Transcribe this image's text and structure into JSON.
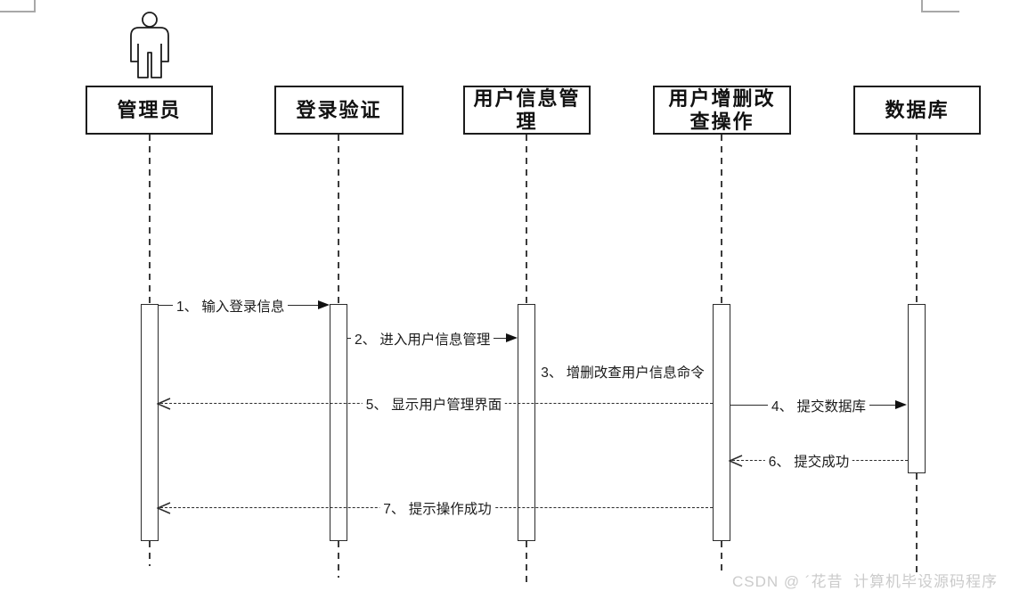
{
  "lifelines": [
    {
      "label": "管理员",
      "type": "actor"
    },
    {
      "label": "登录验证",
      "type": "object"
    },
    {
      "label": "用户信息管\n理",
      "type": "object"
    },
    {
      "label": "用户增删改\n查操作",
      "type": "object"
    },
    {
      "label": "数据库",
      "type": "object"
    }
  ],
  "messages": [
    {
      "label": "1、 输入登录信息",
      "kind": "solid-call"
    },
    {
      "label": "2、 进入用户信息管理",
      "kind": "solid-call"
    },
    {
      "label": "3、 增删改查用户信息命令",
      "kind": "label-only"
    },
    {
      "label": "4、 提交数据库",
      "kind": "solid-call"
    },
    {
      "label": "5、 显示用户管理界面",
      "kind": "dashed-return"
    },
    {
      "label": "6、 提交成功",
      "kind": "dashed-return"
    },
    {
      "label": "7、 提示操作成功",
      "kind": "dashed-return"
    }
  ],
  "watermark": "CSDN @ ´花昔  计算机毕设源码程序",
  "icons": {
    "actor": "actor-figure-icon",
    "filled_arrowhead": "filled-arrowhead-icon",
    "open_arrowhead": "open-arrowhead-icon"
  },
  "colors": {
    "line": "#2b2b2b",
    "box_border": "#1c1c1c",
    "watermark": "#cbcbcb",
    "corner_mark": "#a8a8a8",
    "background": "#ffffff"
  }
}
